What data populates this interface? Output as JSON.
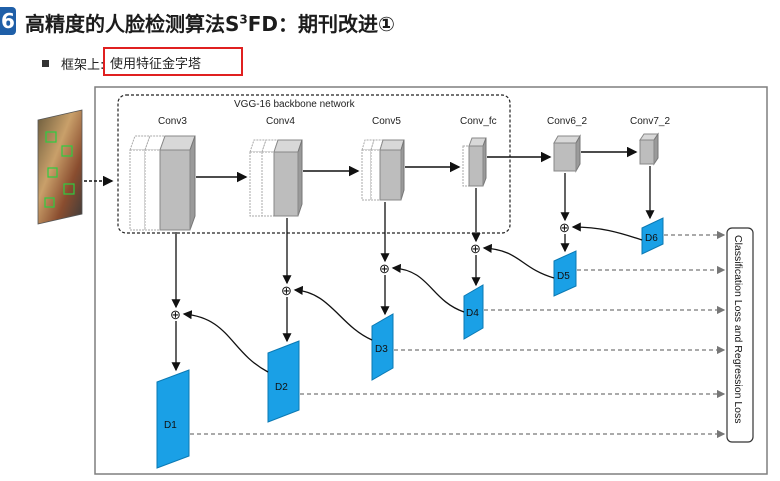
{
  "header": {
    "badge": "6",
    "title_pre": "高精度的人脸检测算法S",
    "title_sup": "3",
    "title_post": "FD：期刊改进①"
  },
  "bullet": {
    "label": "框架上:",
    "highlight": "使用特征金字塔"
  },
  "diagram": {
    "backbone_label": "VGG-16 backbone network",
    "layers": [
      "Conv3",
      "Conv4",
      "Conv5",
      "Conv_fc",
      "Conv6_2",
      "Conv7_2"
    ],
    "detectors": [
      "D1",
      "D2",
      "D3",
      "D4",
      "D5",
      "D6"
    ],
    "loss_label": "Classification Loss and Regression Loss",
    "sum_symbol": "⊕",
    "colors": {
      "detector": "#1aa0e6",
      "detector_dark": "#0b79b3",
      "conv_gray": "#bdbdbd",
      "frame": "#7f7f7f"
    }
  }
}
